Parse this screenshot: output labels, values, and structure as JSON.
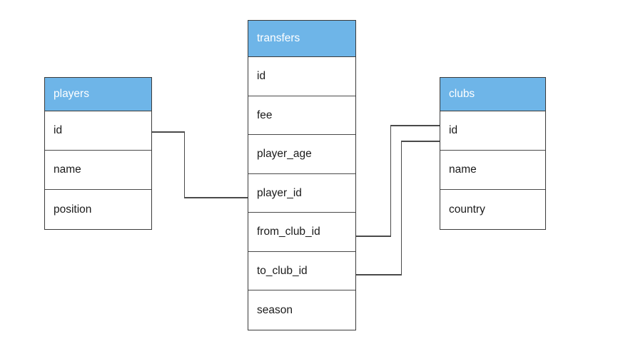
{
  "diagram": {
    "title": "transfers-schema-er-diagram",
    "type": "entity-relationship",
    "background_color": "#ffffff",
    "header_color": "#6eb5e8",
    "header_text_color": "#ffffff",
    "border_color": "#3b3b3b",
    "row_text_color": "#1b1b1b",
    "connector_color": "#4a4a4a"
  },
  "entities": [
    {
      "name": "players",
      "title": "players",
      "fields": [
        {
          "label": "id"
        },
        {
          "label": "name"
        },
        {
          "label": "position"
        }
      ]
    },
    {
      "name": "transfers",
      "title": "transfers",
      "fields": [
        {
          "label": "id"
        },
        {
          "label": "fee"
        },
        {
          "label": "player_age"
        },
        {
          "label": "player_id"
        },
        {
          "label": "from_club_id"
        },
        {
          "label": "to_club_id"
        },
        {
          "label": "season"
        }
      ]
    },
    {
      "name": "clubs",
      "title": "clubs",
      "fields": [
        {
          "label": "id"
        },
        {
          "label": "name"
        },
        {
          "label": "country"
        }
      ]
    }
  ],
  "relationships": [
    {
      "name": "players-id-to-transfers-player-id",
      "from_entity": "players",
      "from_field": "id",
      "to_entity": "transfers",
      "to_field": "player_id"
    },
    {
      "name": "transfers-from-club-id-to-clubs-id",
      "from_entity": "transfers",
      "from_field": "from_club_id",
      "to_entity": "clubs",
      "to_field": "id"
    },
    {
      "name": "transfers-to-club-id-to-clubs-id",
      "from_entity": "transfers",
      "from_field": "to_club_id",
      "to_entity": "clubs",
      "to_field": "id"
    }
  ]
}
